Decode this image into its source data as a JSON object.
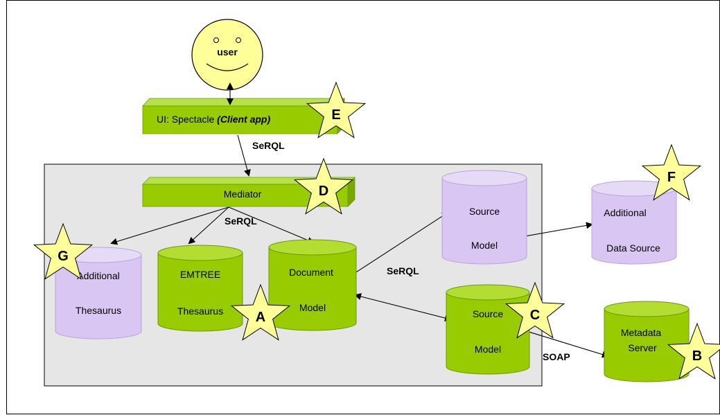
{
  "user": {
    "label": "user"
  },
  "client_bar": {
    "label": "UI: Spectacle ",
    "label_italic": "(Client app)"
  },
  "mediator_bar": {
    "label": "Mediator"
  },
  "databases": {
    "additional_thesaurus": {
      "line1": "Additional",
      "line2": "Thesaurus"
    },
    "emtree_thesaurus": {
      "line1": "EMTREE",
      "line2": "Thesaurus"
    },
    "document_model": {
      "line1": "Document",
      "line2": "Model"
    },
    "source_model_purple": {
      "line1": "Source",
      "line2": "Model"
    },
    "additional_data_source": {
      "line1": "Additional",
      "line2": "Data Source"
    },
    "source_model_green": {
      "line1": "Source",
      "line2": "Model"
    },
    "metadata_server": {
      "line1": "Metadata",
      "line2": "Server"
    }
  },
  "edge_labels": {
    "serql_top": "SeRQL",
    "serql_mediator": "SeRQL",
    "serql_right": "SeRQL",
    "soap": "SOAP"
  },
  "stars": {
    "a": "A",
    "b": "B",
    "c": "C",
    "d": "D",
    "e": "E",
    "f": "F",
    "g": "G"
  },
  "colors": {
    "green": "#99cc00",
    "green_dark": "#6a9a00",
    "purple": "#d9c6f2",
    "purple_dark": "#b9a3da",
    "star_fill": "#ffff99",
    "panel_fill": "#e6e6e6"
  }
}
